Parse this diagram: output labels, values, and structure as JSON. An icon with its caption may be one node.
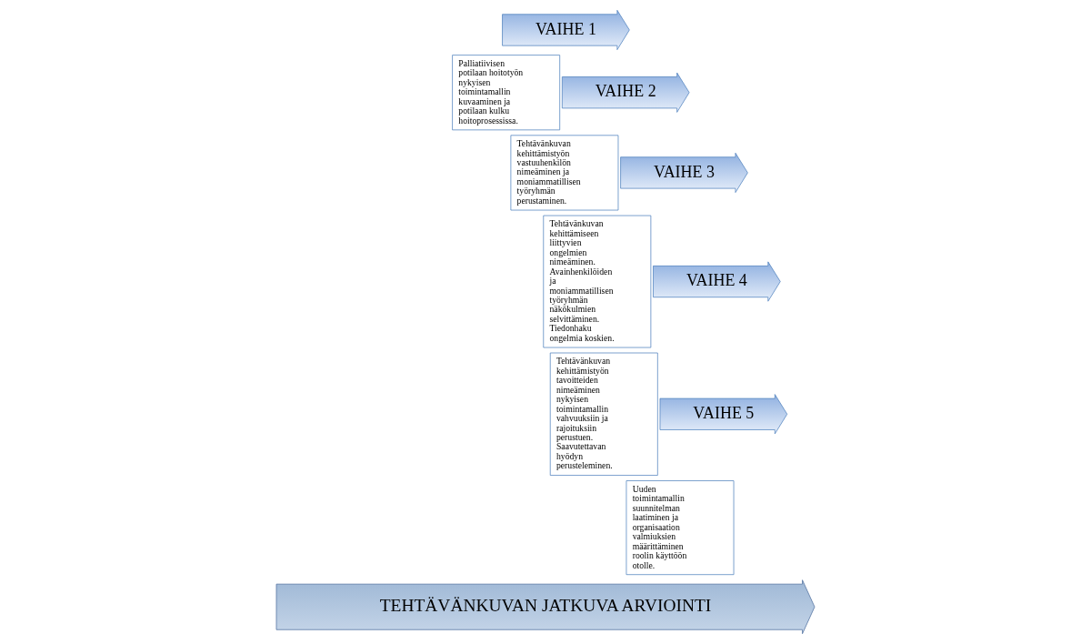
{
  "diagram": {
    "nodes": [
      {
        "text": [
          "VAIHE 1"
        ]
      },
      {
        "text": [
          "Palliatiivisen potilaan hoitotyön nykyisen toimintamallin kuvaaminen ja potilaan kulku hoitoprosessissa."
        ]
      },
      {
        "text": [
          "VAIHE 2"
        ]
      },
      {
        "text": [
          "Tehtävänkuvan kehittämistyön vastuuhenkilön nimeäminen ja moniammatillisen työryhmän perustaminen."
        ]
      },
      {
        "text": [
          "VAIHE 3"
        ]
      },
      {
        "text": [
          "Tehtävänkuvan kehittämiseen liittyvien ongelmien nimeäminen. Avainhenkilöiden ja moniammatillisen työryhmän näkökulmien selvittäminen. Tiedonhaku ongelmia koskien."
        ]
      },
      {
        "text": [
          "VAIHE 4"
        ]
      },
      {
        "text": [
          "Tehtävänkuvan kehittämistyön tavoitteiden nimeäminen nykyisen toimintamallin vahvuuksiin ja rajoituksiin perustuen. Saavutettavan hyödyn perusteleminen."
        ]
      },
      {
        "text": [
          "VAIHE 5"
        ]
      },
      {
        "text": [
          "Uuden toimintamallin suunnitelman laatiminen ja organisaation valmiuksien määrittäminen roolin käyttöön otolle."
        ]
      },
      {
        "text": [
          "TEHTÄVÄNKUVAN JATKUVA ARVIOINTI"
        ]
      }
    ],
    "edges": []
  }
}
